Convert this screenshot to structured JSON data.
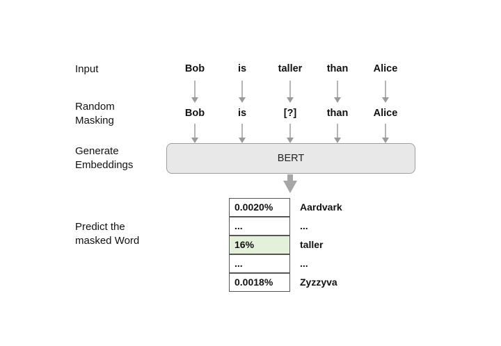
{
  "row_labels": {
    "input": "Input",
    "masking": [
      "Random",
      "Masking"
    ],
    "embeddings": [
      "Generate",
      "Embeddings"
    ],
    "predict": [
      "Predict the",
      "masked Word"
    ]
  },
  "input_tokens": [
    "Bob",
    "is",
    "taller",
    "than",
    "Alice"
  ],
  "masked_tokens": [
    "Bob",
    "is",
    "[?]",
    "than",
    "Alice"
  ],
  "model": {
    "name": "BERT"
  },
  "predictions": [
    {
      "prob": "0.0020%",
      "word": "Aardvark",
      "highlight": false
    },
    {
      "prob": "...",
      "word": "...",
      "highlight": false
    },
    {
      "prob": "16%",
      "word": "taller",
      "highlight": true
    },
    {
      "prob": "...",
      "word": "...",
      "highlight": false
    },
    {
      "prob": "0.0018%",
      "word": "Zyzzyva",
      "highlight": false
    }
  ],
  "colors": {
    "highlight": "#e3f0da",
    "arrow": "#9a9a9a",
    "model_box": "#e8e8e8"
  }
}
